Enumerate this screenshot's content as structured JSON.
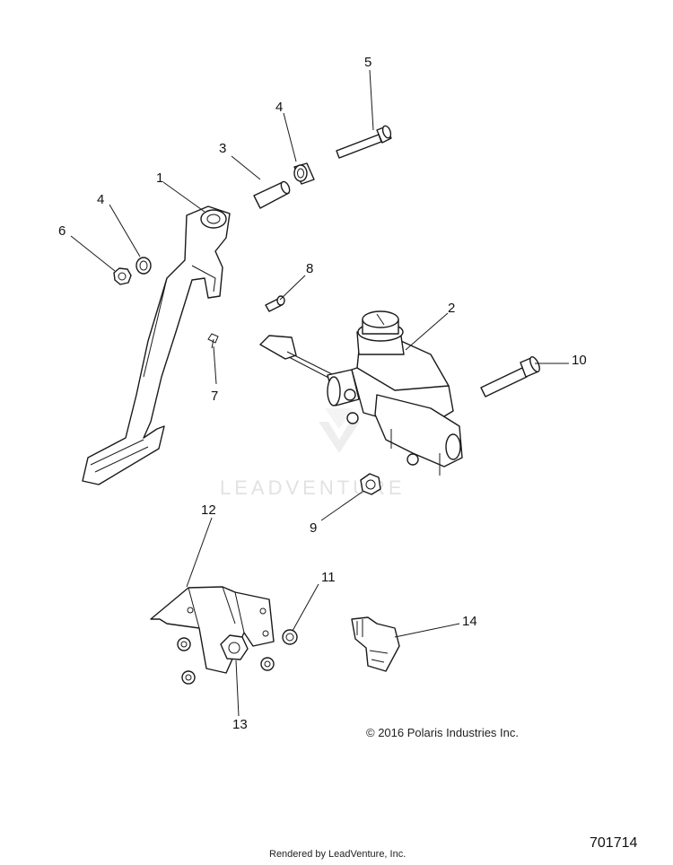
{
  "diagram": {
    "callouts": [
      {
        "id": "1",
        "label": "1"
      },
      {
        "id": "2",
        "label": "2"
      },
      {
        "id": "3",
        "label": "3"
      },
      {
        "id": "4a",
        "label": "4"
      },
      {
        "id": "4b",
        "label": "4"
      },
      {
        "id": "5",
        "label": "5"
      },
      {
        "id": "6",
        "label": "6"
      },
      {
        "id": "7",
        "label": "7"
      },
      {
        "id": "8",
        "label": "8"
      },
      {
        "id": "9",
        "label": "9"
      },
      {
        "id": "10",
        "label": "10"
      },
      {
        "id": "11",
        "label": "11"
      },
      {
        "id": "12",
        "label": "12"
      },
      {
        "id": "13",
        "label": "13"
      },
      {
        "id": "14",
        "label": "14"
      }
    ],
    "watermark": "LEADVENTURE",
    "copyright": "© 2016 Polaris Industries Inc.",
    "footer": "Rendered by LeadVenture, Inc.",
    "diagram_number": "701714"
  }
}
